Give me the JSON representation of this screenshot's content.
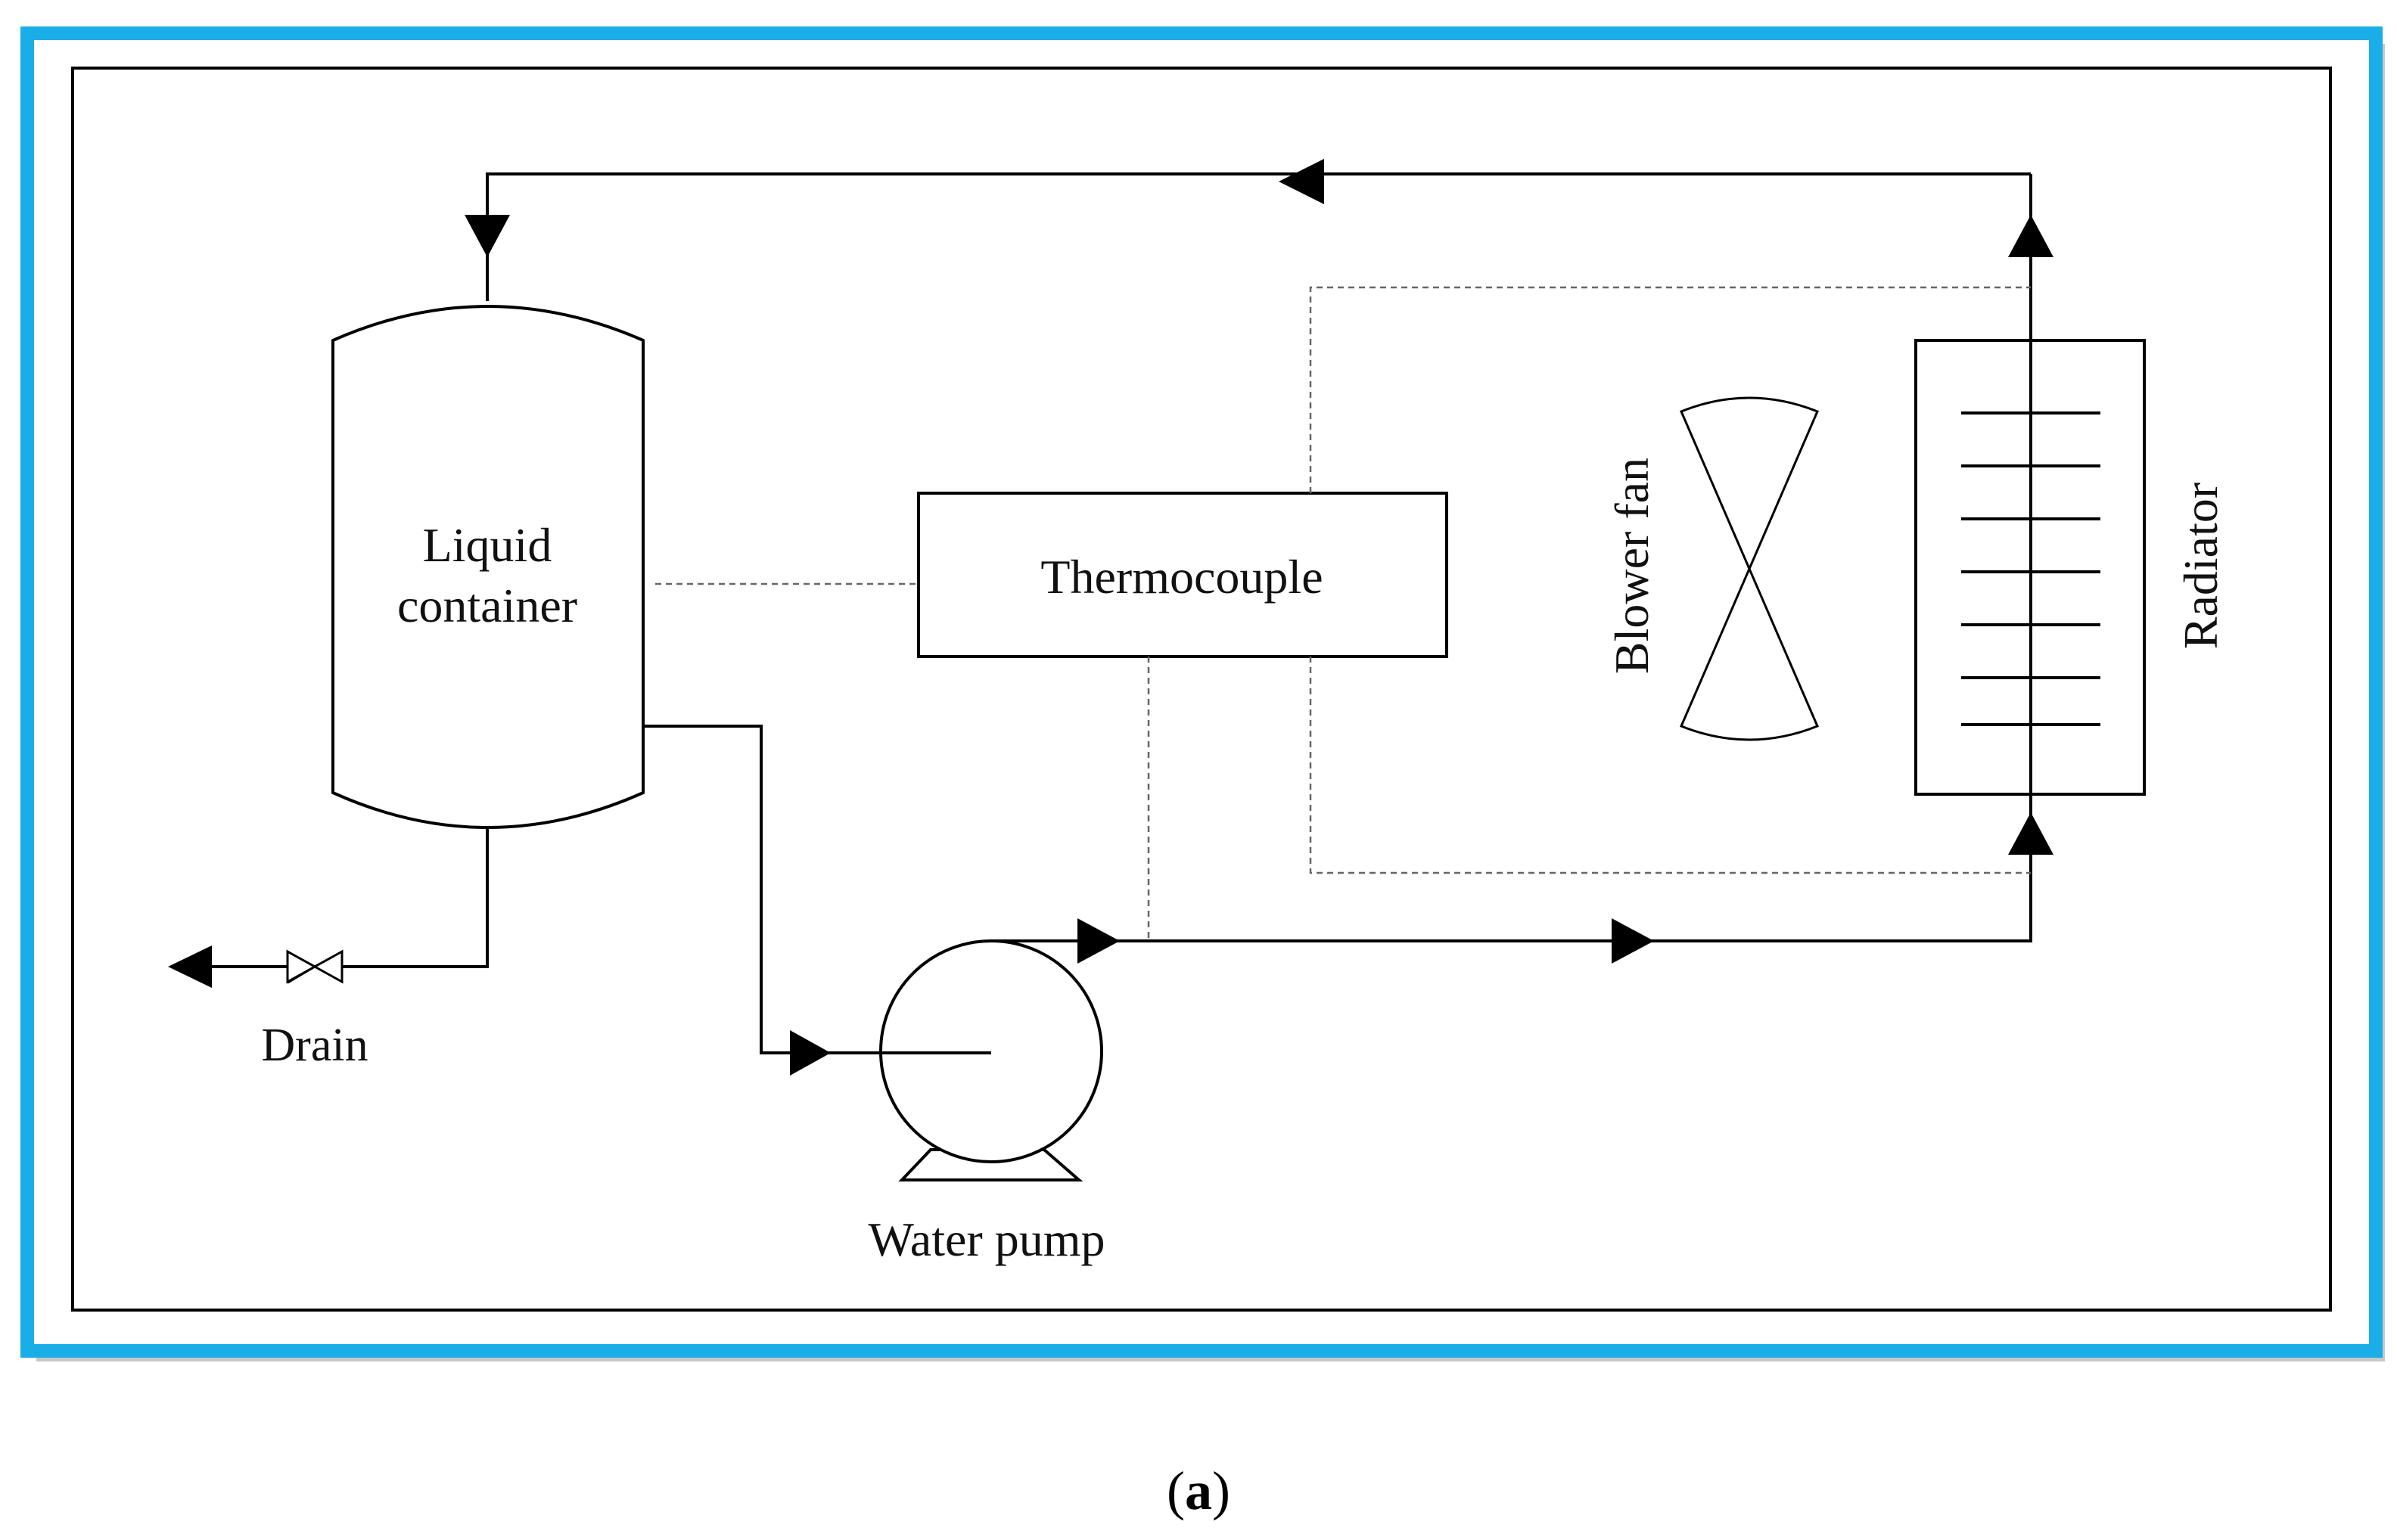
{
  "colors": {
    "frame_border": "#1aaee8",
    "frame_shadow": "#9a9a9a",
    "line": "#000000",
    "signal_line": "#666666"
  },
  "components": {
    "container_line1": "Liquid",
    "container_line2": "container",
    "thermocouple": "Thermocouple",
    "blower_fan": "Blower fan",
    "radiator": "Radiator",
    "drain": "Drain",
    "water_pump": "Water pump"
  },
  "caption": {
    "open": "(",
    "letter": "a",
    "close": ")"
  }
}
